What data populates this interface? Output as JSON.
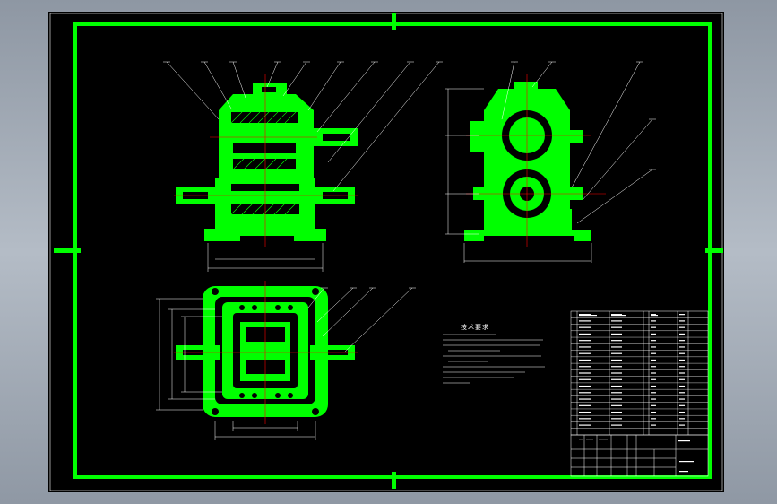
{
  "colors": {
    "frame": "#00ff00",
    "part_fill": "#00ff00",
    "background": "#000000",
    "centerline": "#ff0000",
    "leader": "#ffffff",
    "hatch": "#000000"
  },
  "drawing": {
    "tech_notes_title": "技术要求",
    "scale_label": "1:1"
  },
  "parts_list": {
    "row_count": 19
  }
}
